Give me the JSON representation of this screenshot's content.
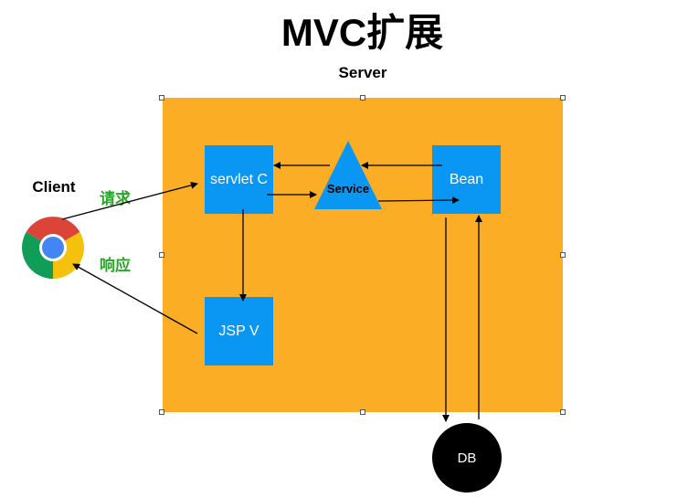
{
  "title": "MVC扩展",
  "server_label": "Server",
  "client": {
    "label": "Client",
    "request_label": "请求",
    "response_label": "响应"
  },
  "nodes": {
    "controller": "servlet C",
    "service": "Service",
    "bean": "Bean",
    "view": "JSP V",
    "db": "DB"
  },
  "colors": {
    "server_bg": "#fbad25",
    "node_bg": "#0a97f3",
    "label_green": "#2aa52a",
    "db_bg": "#000000"
  },
  "icons": {
    "client_browser": "chrome-browser-icon"
  }
}
